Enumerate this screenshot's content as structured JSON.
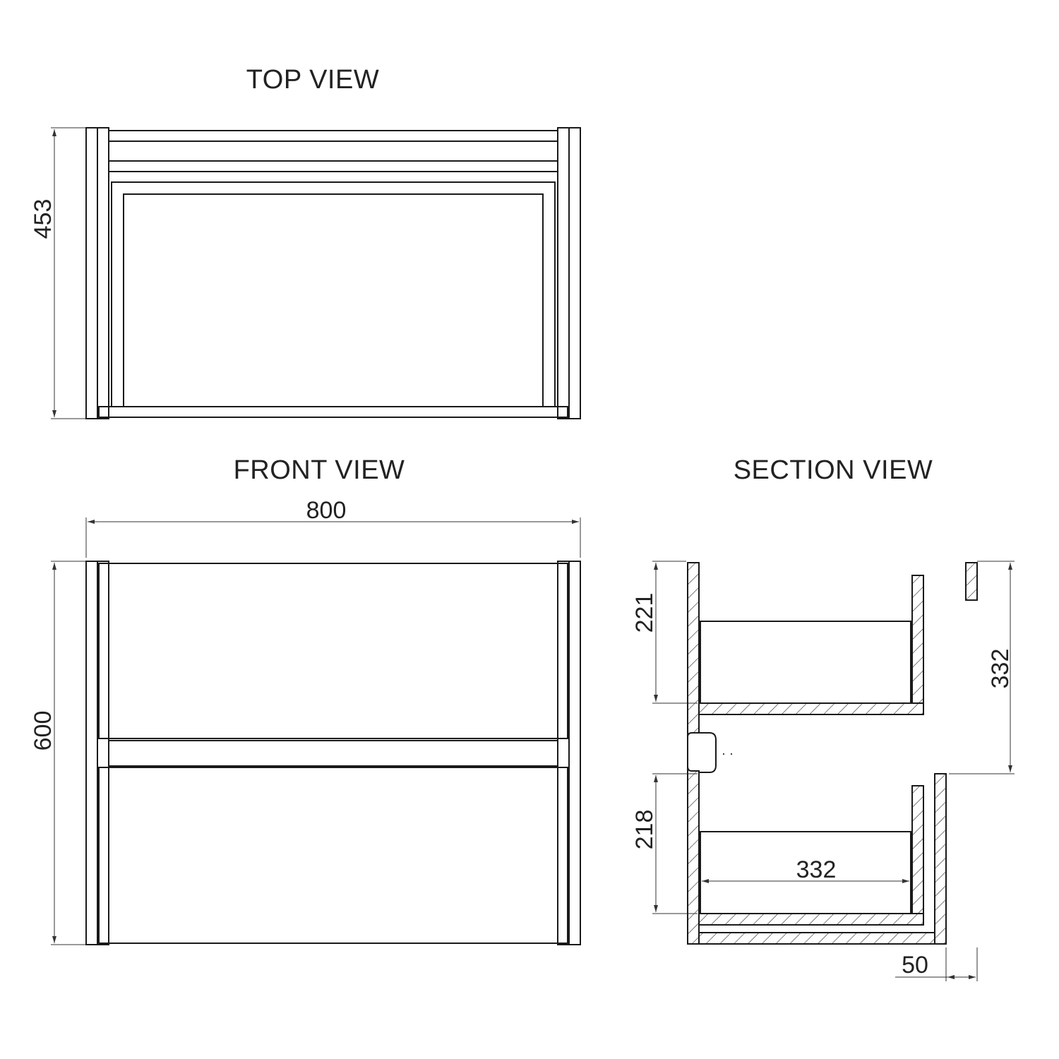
{
  "views": {
    "top": {
      "title": "TOP VIEW",
      "depth_dim": "453"
    },
    "front": {
      "title": "FRONT VIEW",
      "width_dim": "800",
      "height_dim": "600"
    },
    "section": {
      "title": "SECTION VIEW",
      "upper_drawer_dim": "221",
      "lower_drawer_dim": "218",
      "right_height_dim": "332",
      "inner_width_dim": "332",
      "offset_dim": "50"
    }
  }
}
